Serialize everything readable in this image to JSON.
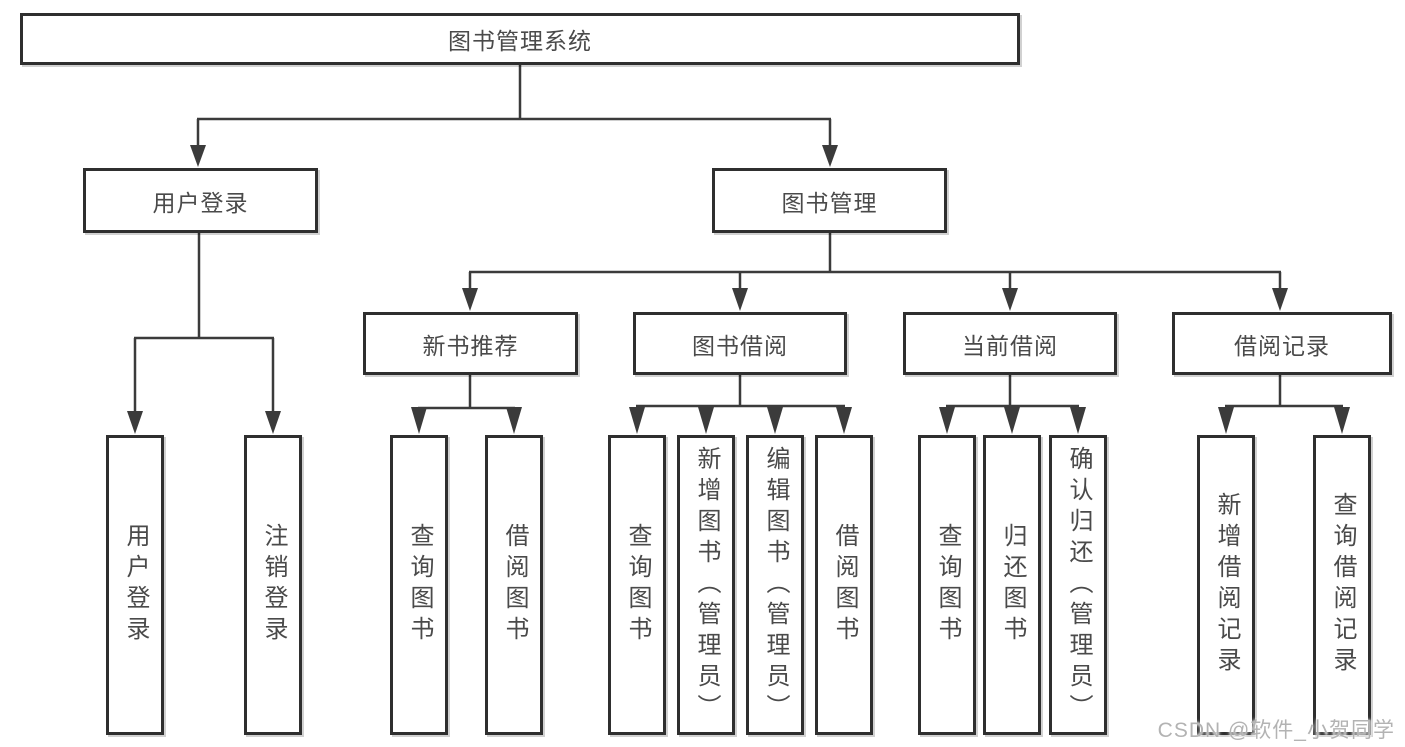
{
  "tree": {
    "root": "图书管理系统",
    "branches": [
      {
        "label": "用户登录",
        "leaves": [
          "用户登录",
          "注销登录"
        ]
      },
      {
        "label": "图书管理",
        "groups": [
          {
            "label": "新书推荐",
            "leaves": [
              "查询图书",
              "借阅图书"
            ]
          },
          {
            "label": "图书借阅",
            "leaves": [
              "查询图书",
              "新增图书（管理员）",
              "编辑图书（管理员）",
              "借阅图书"
            ]
          },
          {
            "label": "当前借阅",
            "leaves": [
              "查询图书",
              "归还图书",
              "确认归还（管理员）"
            ]
          },
          {
            "label": "借阅记录",
            "leaves": [
              "新增借阅记录",
              "查询借阅记录"
            ]
          }
        ]
      }
    ]
  },
  "watermark": "CSDN @软件_小贺同学",
  "colors": {
    "line": "#3b3b3b",
    "border": "#2f2f2f",
    "text": "#4a4a4a",
    "background": "#ffffff",
    "watermark": "#b3b3b3"
  }
}
